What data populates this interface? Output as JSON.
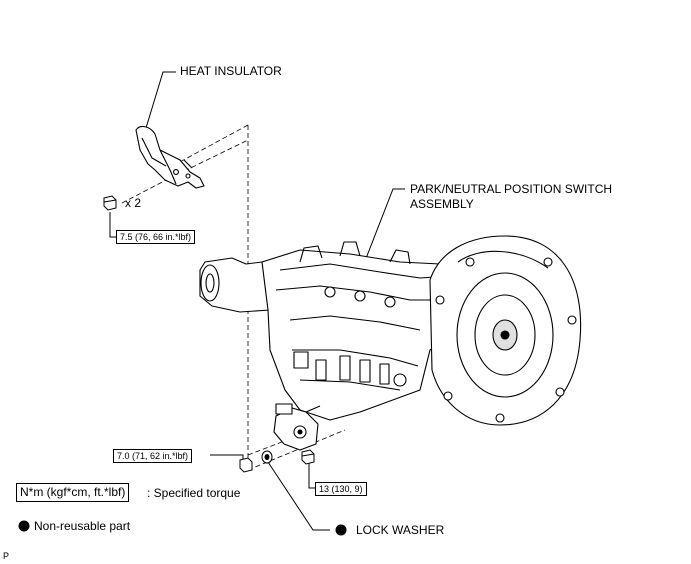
{
  "labels": {
    "heat_insulator": "HEAT INSULATOR",
    "bolt_count": "x 2",
    "torque_insulator": "7.5 (76, 66 in.*lbf)",
    "switch_line1": "PARK/NEUTRAL POSITION SWITCH",
    "switch_line2": "ASSEMBLY",
    "torque_switch_bolt": "7.0 (71, 62 in.*lbf)",
    "torque_nut": "13 (130, 9)",
    "lock_washer": "LOCK WASHER",
    "page_marker": "P"
  },
  "legend": {
    "torque_unit": "N*m (kgf*cm, ft.*lbf)",
    "torque_desc": ": Specified torque",
    "nonreusable": "Non-reusable part"
  }
}
